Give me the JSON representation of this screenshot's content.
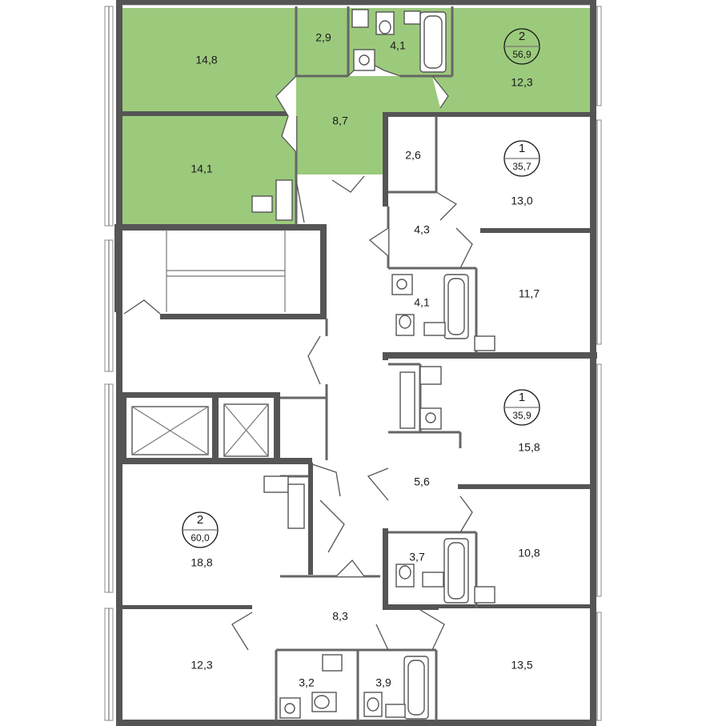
{
  "colors": {
    "highlight_fill": "#9cca7c",
    "wall": "#555555",
    "background": "#ffffff"
  },
  "apartments": [
    {
      "rooms": "2",
      "area": "56,9"
    },
    {
      "rooms": "1",
      "area": "35,7"
    },
    {
      "rooms": "1",
      "area": "35,9"
    },
    {
      "rooms": "2",
      "area": "60,0"
    }
  ],
  "room_areas": {
    "r_14_8": "14,8",
    "r_2_9": "2,9",
    "r_4_1_top": "4,1",
    "r_12_3_top": "12,3",
    "r_8_7": "8,7",
    "r_14_1": "14,1",
    "r_2_6": "2,6",
    "r_13_0": "13,0",
    "r_4_3": "4,3",
    "r_11_7": "11,7",
    "r_4_1_mid": "4,1",
    "r_15_8": "15,8",
    "r_5_6": "5,6",
    "r_10_8": "10,8",
    "r_3_7": "3,7",
    "r_18_8": "18,8",
    "r_8_3": "8,3",
    "r_12_3_bottom": "12,3",
    "r_3_2": "3,2",
    "r_3_9": "3,9",
    "r_13_5": "13,5"
  }
}
